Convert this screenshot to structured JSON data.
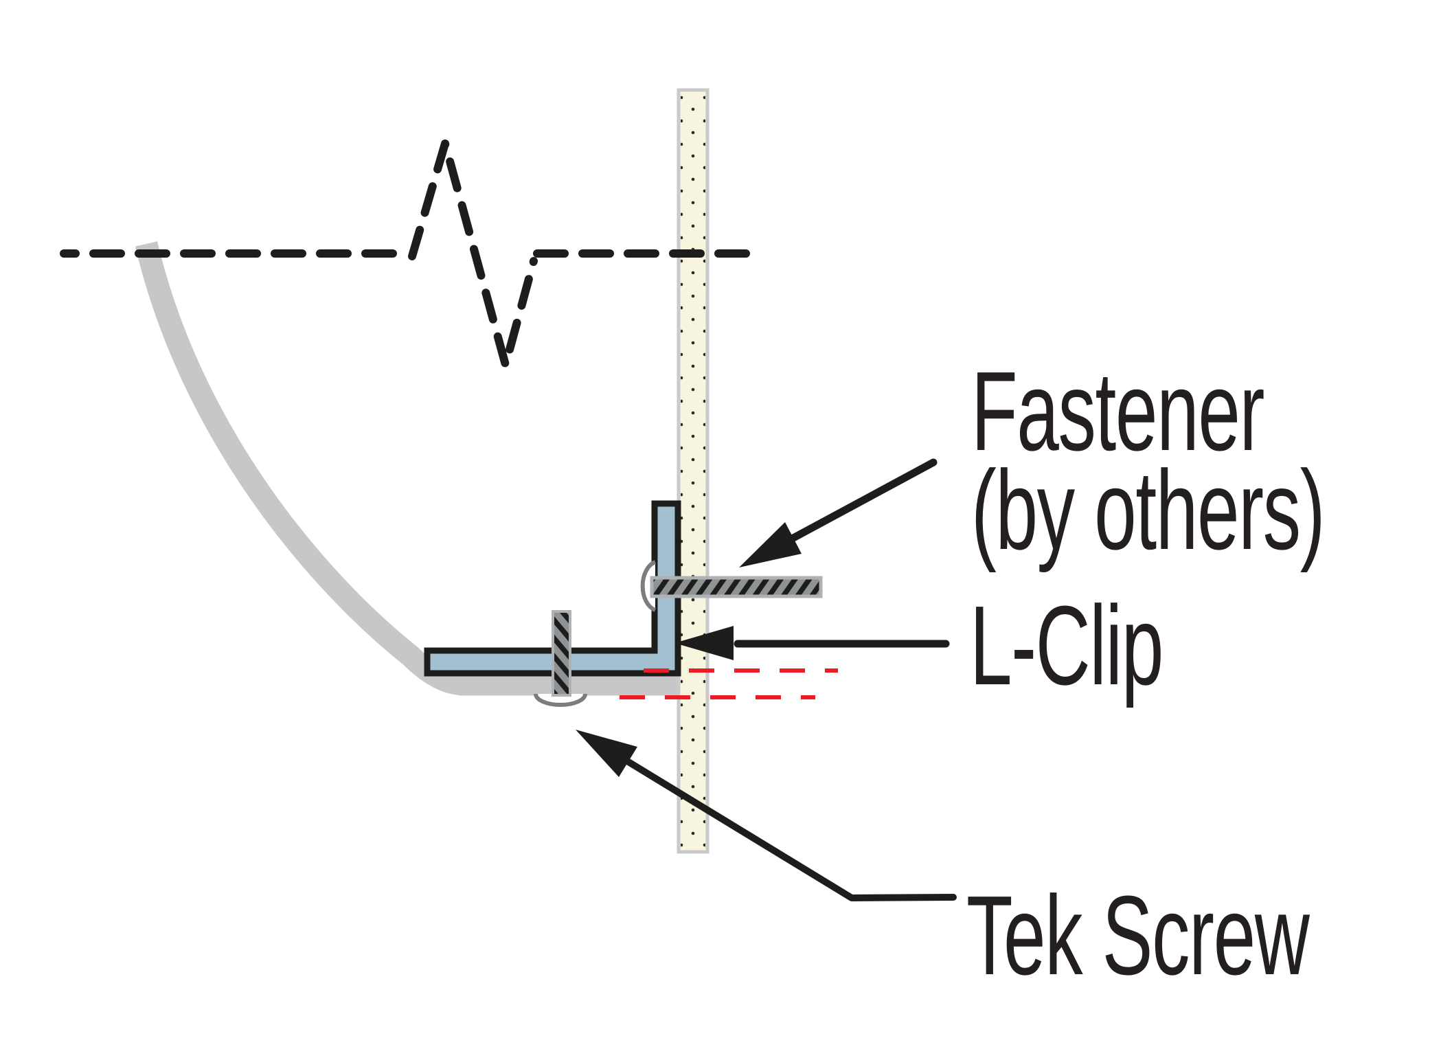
{
  "labels": {
    "fastener": {
      "line1": "Fastener",
      "line2": "(by others)"
    },
    "l_clip": {
      "text": "L-Clip"
    },
    "tek_screw": {
      "text": "Tek Screw"
    }
  },
  "colors": {
    "text": "#231f20",
    "outline": "#1d1d1b",
    "clip_blue": "#a3c0d1",
    "panel_gray": "#c7c7c9",
    "wall_cream": "#f8f5df",
    "wall_border": "#c9c9c9",
    "wall_dot": "#2b2b2b",
    "red": "#ed1c24",
    "bolt_gray": "#8f9396",
    "bolt_stripe": "#1d1d1b",
    "bolt_edge": "#aeb2b5",
    "head_gray": "#7d7d7d"
  },
  "shapes": {
    "centerline": "dashed break line",
    "panel": "curved panel (gray)",
    "wall": "sheathing strip (hatched)",
    "l_clip": "L-clip (blue)",
    "fastener_bolt": "threaded fastener (horizontal)",
    "tek_screw_shaft": "tek screw (vertical)",
    "offset_lines": "red dashed offset lines"
  }
}
